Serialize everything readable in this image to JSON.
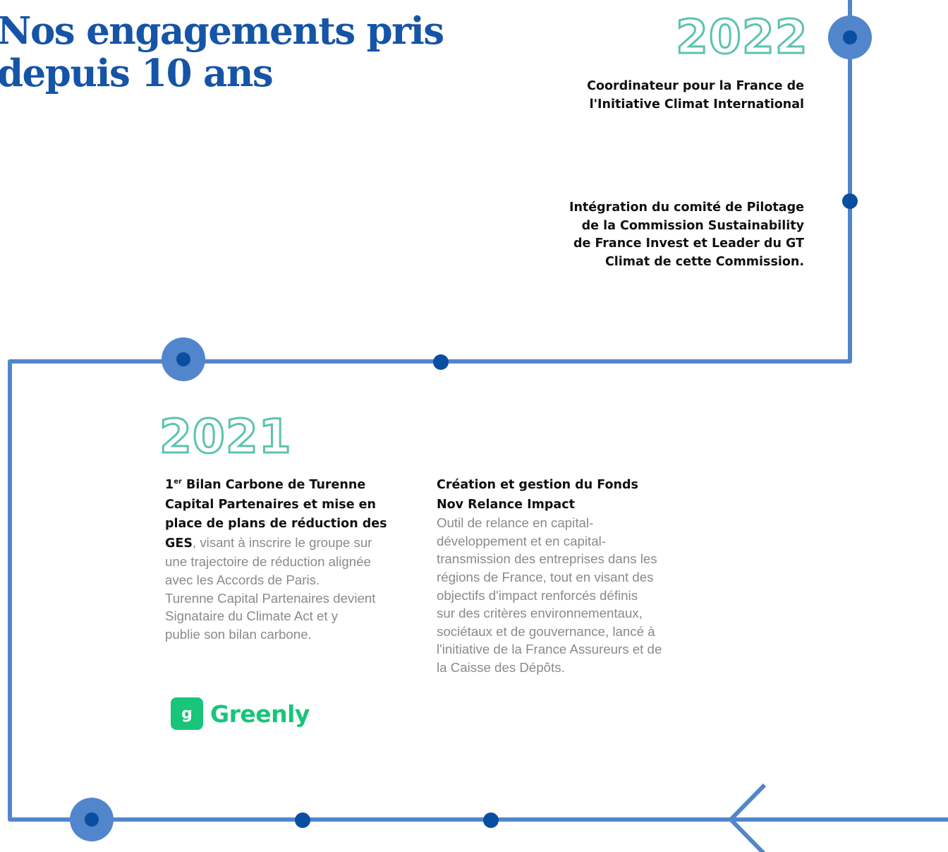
{
  "page": {
    "title_lines": [
      "Nos engagements pris",
      "depuis 10 ans"
    ]
  },
  "colors": {
    "line": "#5186cc",
    "dot_dark": "#0a4ea2",
    "title": "#1554a6",
    "year_outline": "#5cc3b0",
    "body_gray": "#8a8a8a",
    "greenly": "#18c57a"
  },
  "timeline": {
    "year_2022": "2022",
    "year_2021": "2021",
    "milestones_2022": [
      {
        "lines": [
          "Coordinateur pour la France de",
          "l'Initiative Climat International"
        ]
      },
      {
        "lines": [
          "Intégration du comité de Pilotage",
          "de la Commission Sustainability",
          "de France Invest et Leader du GT",
          "Climat de cette Commission."
        ]
      }
    ],
    "bilan": {
      "prefix": "1",
      "sup": "er",
      "bold_lines": [
        " Bilan Carbone de Turenne",
        "Capital Partenaires et mise en",
        "place de plans de réduction des",
        "GES"
      ],
      "text_first": ", visant à inscrire le groupe sur",
      "text_lines": [
        "une trajectoire de réduction alignée",
        "avec les Accords de Paris.",
        "Turenne Capital Partenaires devient",
        "Signataire du Climate Act et y",
        "publie son bilan carbone."
      ]
    },
    "fonds": {
      "bold_lines": [
        "Création et gestion du Fonds",
        "Nov Relance Impact"
      ],
      "text_lines": [
        "Outil de relance en capital-",
        "développement et en capital-",
        "transmission des entreprises dans les",
        "régions de France, tout en visant des",
        "objectifs d'impact renforcés définis",
        "sur des critères environnementaux,",
        "sociétaux et de gouvernance, lancé à",
        "l'initiative de la France Assureurs et de",
        "la Caisse des Dépôts."
      ]
    },
    "logo": {
      "badge": "g",
      "text": "Greenly"
    }
  }
}
